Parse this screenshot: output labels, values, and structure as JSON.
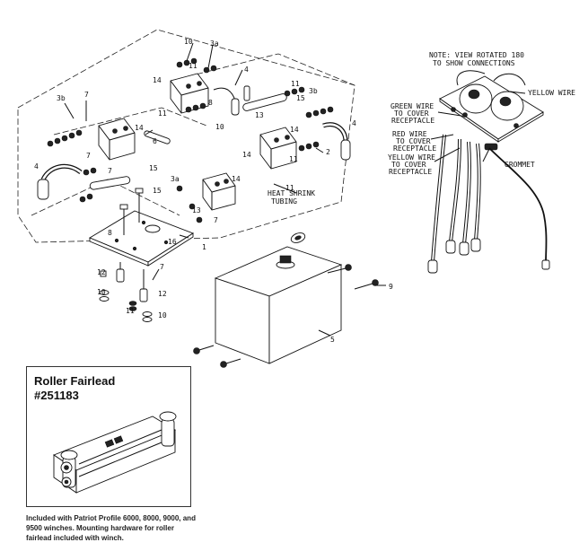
{
  "callouts": {
    "c1": "1",
    "c2": "2",
    "c3a_top": "3a",
    "c3a_mid": "3a",
    "c3b_left": "3b",
    "c3b_right": "3b",
    "c4_top": "4",
    "c4_right": "4",
    "c4_left": "4",
    "c5": "5",
    "c6": "6",
    "c7_a": "7",
    "c7_b": "7",
    "c7_c": "7",
    "c7_d": "7",
    "c7_e": "7",
    "c8_a": "8",
    "c8_b": "8",
    "c9": "9",
    "c10_a": "10",
    "c10_b": "10",
    "c10_c": "10",
    "c10_d": "10",
    "c11_a": "11",
    "c11_b": "11",
    "c11_c": "11",
    "c11_d": "11",
    "c11_e": "11",
    "c11_f": "11",
    "c12_a": "12",
    "c12_b": "12",
    "c13_a": "13",
    "c13_b": "13",
    "c14_a": "14",
    "c14_b": "14",
    "c14_c": "14",
    "c14_d": "14",
    "c14_e": "14",
    "c15_a": "15",
    "c15_b": "15",
    "c15_c": "15",
    "c16": "16"
  },
  "notes": {
    "heat_shrink_1": "HEAT SHRINK",
    "heat_shrink_2": "TUBING",
    "view_note_1": "NOTE: VIEW ROTATED 180",
    "view_note_2": "TO SHOW CONNECTIONS",
    "yellow_wire_top": "YELLOW WIRE",
    "green_wire_1": "GREEN WIRE",
    "green_wire_2": "TO COVER",
    "green_wire_3": "RECEPTACLE",
    "red_wire_1": "RED WIRE",
    "red_wire_2": "TO COVER",
    "red_wire_3": "RECEPTACLE",
    "yellow_wire_1": "YELLOW WIRE",
    "yellow_wire_2": "TO COVER",
    "yellow_wire_3": "RECEPTACLE",
    "grommet": "GROMMET"
  },
  "inset": {
    "title": "Roller Fairlead",
    "part_number": "#251183"
  },
  "caption": "Included with Patriot Profile 6000, 8000, 9000, and 9500 winches. Mounting hardware for roller fairlead included with winch."
}
